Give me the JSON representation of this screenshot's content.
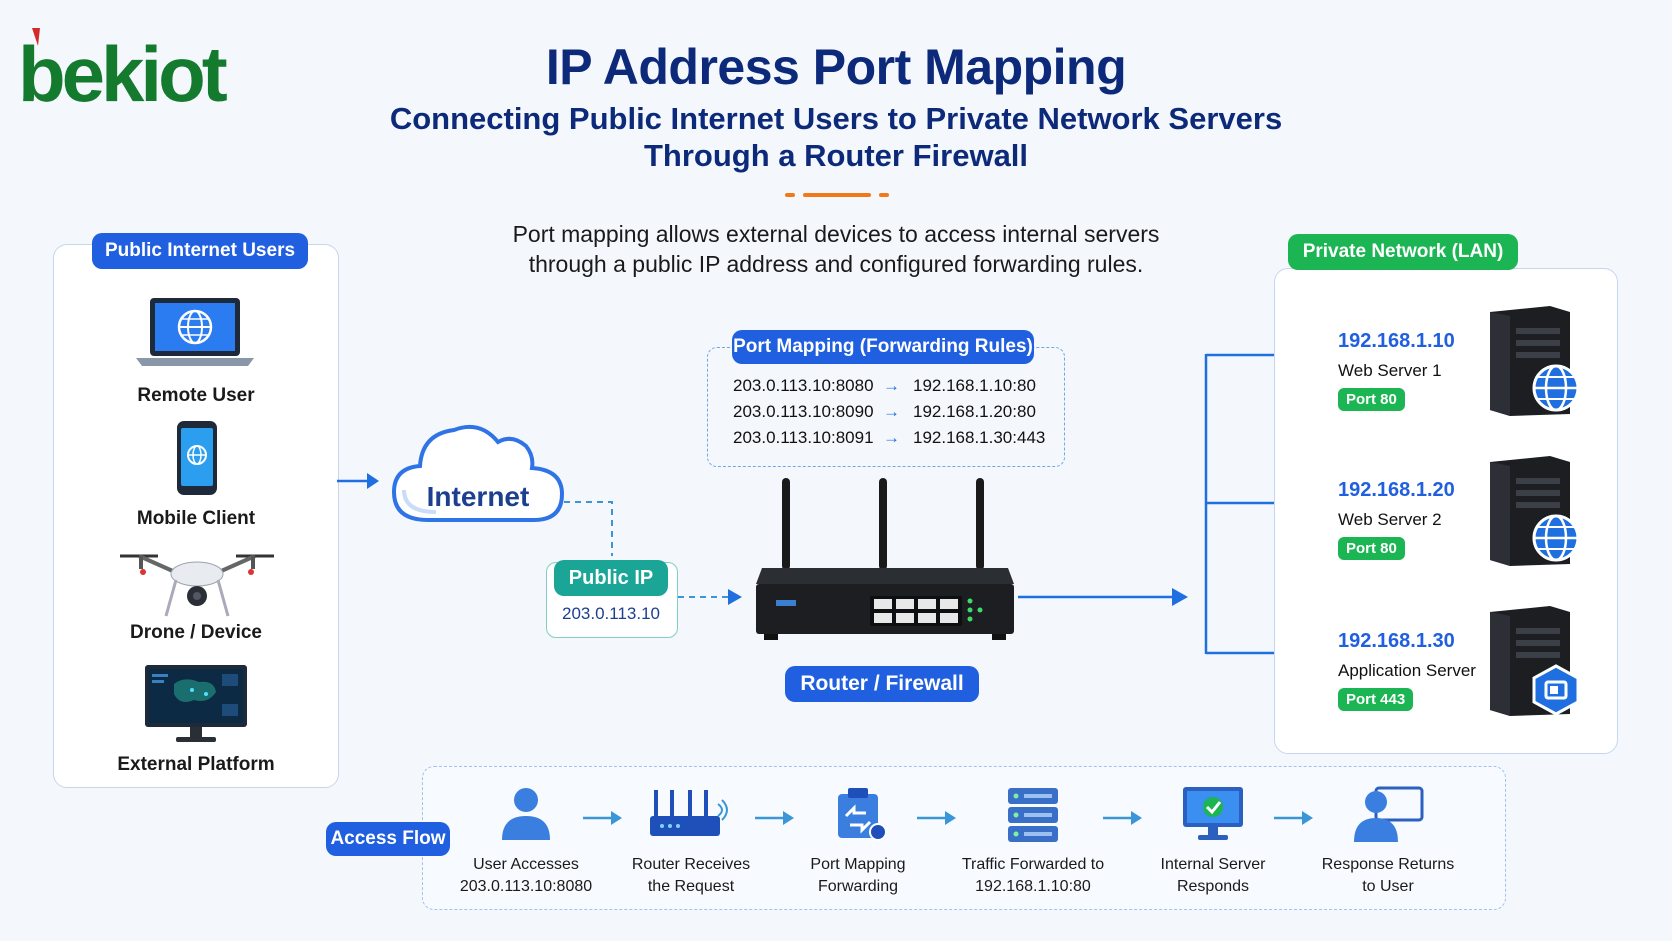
{
  "logo": {
    "text": "bekiot",
    "colors": {
      "main": "#137a2e",
      "accent": "#d42a2a"
    }
  },
  "header": {
    "title": "IP Address Port Mapping",
    "subtitle_line1": "Connecting Public Internet Users to Private Network Servers",
    "subtitle_line2": "Through a Router Firewall",
    "intro_line1": "Port mapping allows external devices to access internal servers",
    "intro_line2": "through a public IP address and configured forwarding rules."
  },
  "public_panel": {
    "title": "Public Internet Users",
    "devices": [
      {
        "label": "Remote User",
        "icon": "laptop-globe-icon"
      },
      {
        "label": "Mobile Client",
        "icon": "smartphone-icon"
      },
      {
        "label": "Drone / Device",
        "icon": "drone-icon"
      },
      {
        "label": "External Platform",
        "icon": "monitor-map-icon"
      }
    ]
  },
  "internet": {
    "label": "Internet",
    "icon": "cloud-icon"
  },
  "public_ip": {
    "title": "Public IP",
    "value": "203.0.113.10"
  },
  "mapping": {
    "title": "Port Mapping (Forwarding Rules)",
    "rules": [
      {
        "from": "203.0.113.10:8080",
        "arrow": "→",
        "to": "192.168.1.10:80"
      },
      {
        "from": "203.0.113.10:8090",
        "arrow": "→",
        "to": "192.168.1.20:80"
      },
      {
        "from": "203.0.113.10:8091",
        "arrow": "→",
        "to": "192.168.1.30:443"
      }
    ]
  },
  "router": {
    "label": "Router / Firewall",
    "icon": "router-icon"
  },
  "private_panel": {
    "title": "Private Network (LAN)",
    "servers": [
      {
        "ip": "192.168.1.10",
        "name": "Web Server 1",
        "port": "Port 80",
        "icon": "server-globe-icon"
      },
      {
        "ip": "192.168.1.20",
        "name": "Web Server 2",
        "port": "Port 80",
        "icon": "server-globe-icon"
      },
      {
        "ip": "192.168.1.30",
        "name": "Application Server",
        "port": "Port 443",
        "icon": "server-app-icon"
      }
    ]
  },
  "access_flow": {
    "title": "Access Flow",
    "steps": [
      {
        "line1": "User Accesses",
        "line2": "203.0.113.10:8080",
        "icon": "user-icon"
      },
      {
        "line1": "Router Receives",
        "line2": "the Request",
        "icon": "router-icon"
      },
      {
        "line1": "Port Mapping",
        "line2": "Forwarding",
        "icon": "clipboard-icon"
      },
      {
        "line1": "Traffic Forwarded to",
        "line2": "192.168.1.10:80",
        "icon": "server-stack-icon"
      },
      {
        "line1": "Internal Server",
        "line2": "Responds",
        "icon": "monitor-check-icon"
      },
      {
        "line1": "Response Returns",
        "line2": "to User",
        "icon": "user-screen-icon"
      }
    ]
  },
  "colors": {
    "title": "#0d2a7a",
    "blue": "#1f5fe0",
    "green": "#1cb553",
    "teal": "#1aa597",
    "accent": "#f07a1a"
  }
}
